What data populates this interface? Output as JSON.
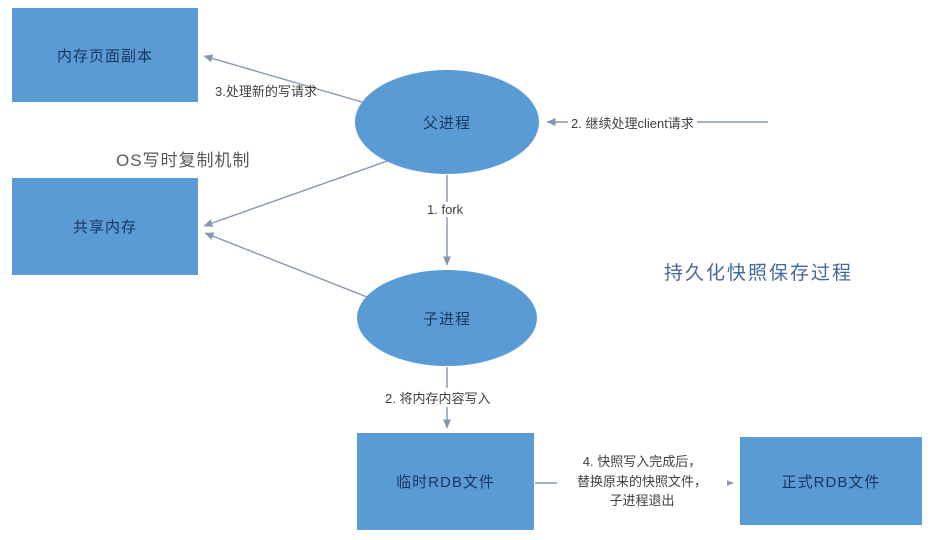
{
  "diagram": {
    "title": "持久化快照保存过程",
    "cow_label": "OS写时复制机制",
    "nodes": {
      "memory_copy": "内存页面副本",
      "shared_memory": "共享内存",
      "parent_process": "父进程",
      "child_process": "子进程",
      "temp_rdb": "临时RDB文件",
      "final_rdb": "正式RDB文件"
    },
    "edges": {
      "write_requests": "3.处理新的写请求",
      "client_requests": "2. 继续处理client请求",
      "fork": "1. fork",
      "write_memory": "2. 将内存内容写入",
      "replace_label": "4. 快照写入完成后，\n替换原来的快照文件，\n子进程退出"
    },
    "colors": {
      "shape_fill": "#5B9BD5",
      "shape_text": "#17375E",
      "line": "#8497B0",
      "label_text": "#3F3F3F",
      "os_label_text": "#595959",
      "title_text": "#44699D"
    }
  }
}
